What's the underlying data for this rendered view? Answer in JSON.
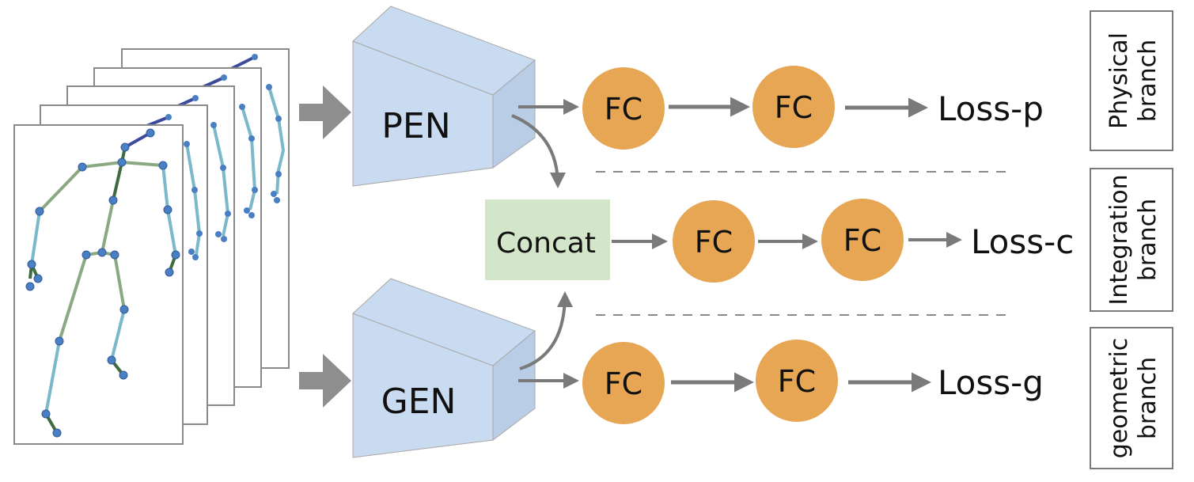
{
  "encoders": {
    "pen": "PEN",
    "gen": "GEN"
  },
  "concat_label": "Concat",
  "fc_label": "FC",
  "branches": {
    "physical": {
      "loss": "Loss-p",
      "line1": "Physical",
      "line2": "branch"
    },
    "integration": {
      "loss": "Loss-c",
      "line1": "Integration",
      "line2": "branch"
    },
    "geometric": {
      "loss": "Loss-g",
      "line1": "geometric",
      "line2": "branch"
    }
  },
  "colors": {
    "encoder_fill": "#c9dbf1",
    "encoder_dark": "#b9cde6",
    "fc_fill": "#e6a654",
    "concat_fill": "#d3e6c9",
    "arrow": "#7a7a7a",
    "big_arrow": "#8e8e8e",
    "dash": "#8a8a8a",
    "bone_light": "#7bb8c9",
    "bone_mid": "#8aa983",
    "bone_dark": "#3f6b3f",
    "bone_head": "#3b4a9a",
    "joint": "#4a7fc4"
  }
}
